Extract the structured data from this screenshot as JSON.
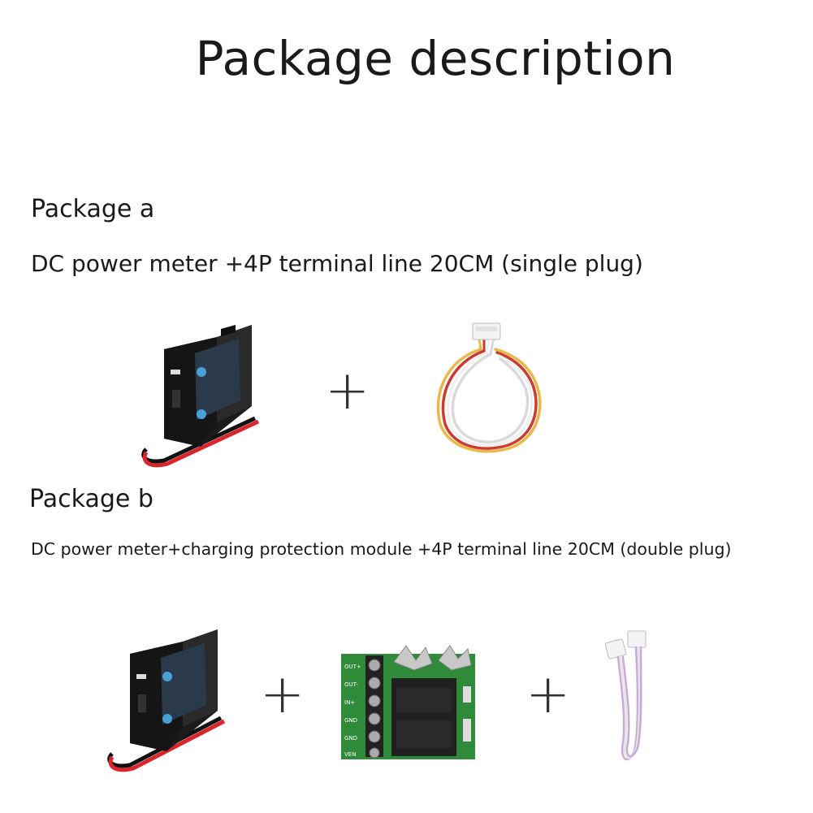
{
  "page": {
    "title": "Package description"
  },
  "packages": [
    {
      "label": "Package a",
      "description": "DC power meter +4P terminal line 20CM (single plug)",
      "items": [
        "dc-power-meter",
        "4p-terminal-line-single-plug"
      ],
      "separator": "+"
    },
    {
      "label": "Package b",
      "description": "DC power meter+charging protection module +4P terminal line 20CM (double plug)",
      "items": [
        "dc-power-meter",
        "charging-protection-module",
        "4p-terminal-line-double-plug"
      ],
      "separator": "+"
    }
  ],
  "module_pins": [
    "OUT+",
    "OUT-",
    "IN+",
    "GND",
    "GND",
    "VEN"
  ],
  "colors": {
    "meter_body": "#1b1b1b",
    "meter_screen": "#2b3a4a",
    "button_blue": "#4a9fd6",
    "wire_red": "#d8262a",
    "wire_black": "#111111",
    "pcb_green": "#2f8a3a",
    "relay_black": "#202020",
    "cable_yellow": "#e8b84a",
    "cable_red": "#cc3b2f",
    "cable_white": "#f0f0f0",
    "cable_lilac": "#c9a9d6"
  }
}
